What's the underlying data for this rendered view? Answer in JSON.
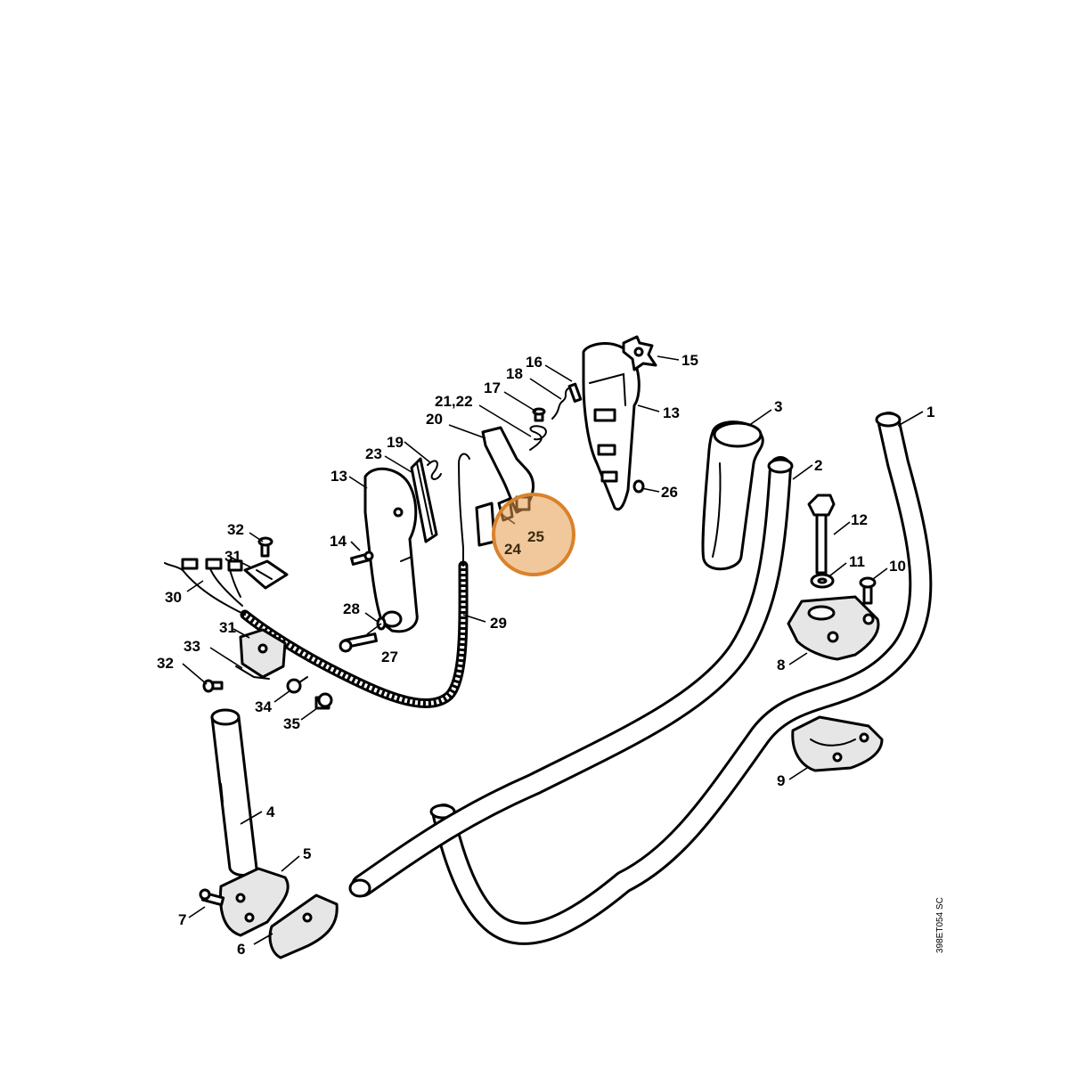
{
  "diagram": {
    "reference_code": "398ET054 SC",
    "highlight_color": "#e69a4a",
    "callouts": [
      {
        "id": "c1",
        "text": "1"
      },
      {
        "id": "c2",
        "text": "2"
      },
      {
        "id": "c3",
        "text": "3"
      },
      {
        "id": "c4",
        "text": "4"
      },
      {
        "id": "c5",
        "text": "5"
      },
      {
        "id": "c6",
        "text": "6"
      },
      {
        "id": "c7",
        "text": "7"
      },
      {
        "id": "c8",
        "text": "8"
      },
      {
        "id": "c9",
        "text": "9"
      },
      {
        "id": "c10",
        "text": "10"
      },
      {
        "id": "c11",
        "text": "11"
      },
      {
        "id": "c12",
        "text": "12"
      },
      {
        "id": "c13a",
        "text": "13"
      },
      {
        "id": "c13b",
        "text": "13"
      },
      {
        "id": "c14",
        "text": "14"
      },
      {
        "id": "c15",
        "text": "15"
      },
      {
        "id": "c16",
        "text": "16"
      },
      {
        "id": "c17",
        "text": "17"
      },
      {
        "id": "c18",
        "text": "18"
      },
      {
        "id": "c19",
        "text": "19"
      },
      {
        "id": "c20",
        "text": "20"
      },
      {
        "id": "c2122",
        "text": "21,22"
      },
      {
        "id": "c23",
        "text": "23"
      },
      {
        "id": "c24",
        "text": "24"
      },
      {
        "id": "c25",
        "text": "25"
      },
      {
        "id": "c26",
        "text": "26"
      },
      {
        "id": "c27",
        "text": "27"
      },
      {
        "id": "c28",
        "text": "28"
      },
      {
        "id": "c29",
        "text": "29"
      },
      {
        "id": "c30",
        "text": "30"
      },
      {
        "id": "c31a",
        "text": "31"
      },
      {
        "id": "c31b",
        "text": "31"
      },
      {
        "id": "c32a",
        "text": "32"
      },
      {
        "id": "c32b",
        "text": "32"
      },
      {
        "id": "c33",
        "text": "33"
      },
      {
        "id": "c34",
        "text": "34"
      },
      {
        "id": "c35",
        "text": "35"
      }
    ]
  }
}
